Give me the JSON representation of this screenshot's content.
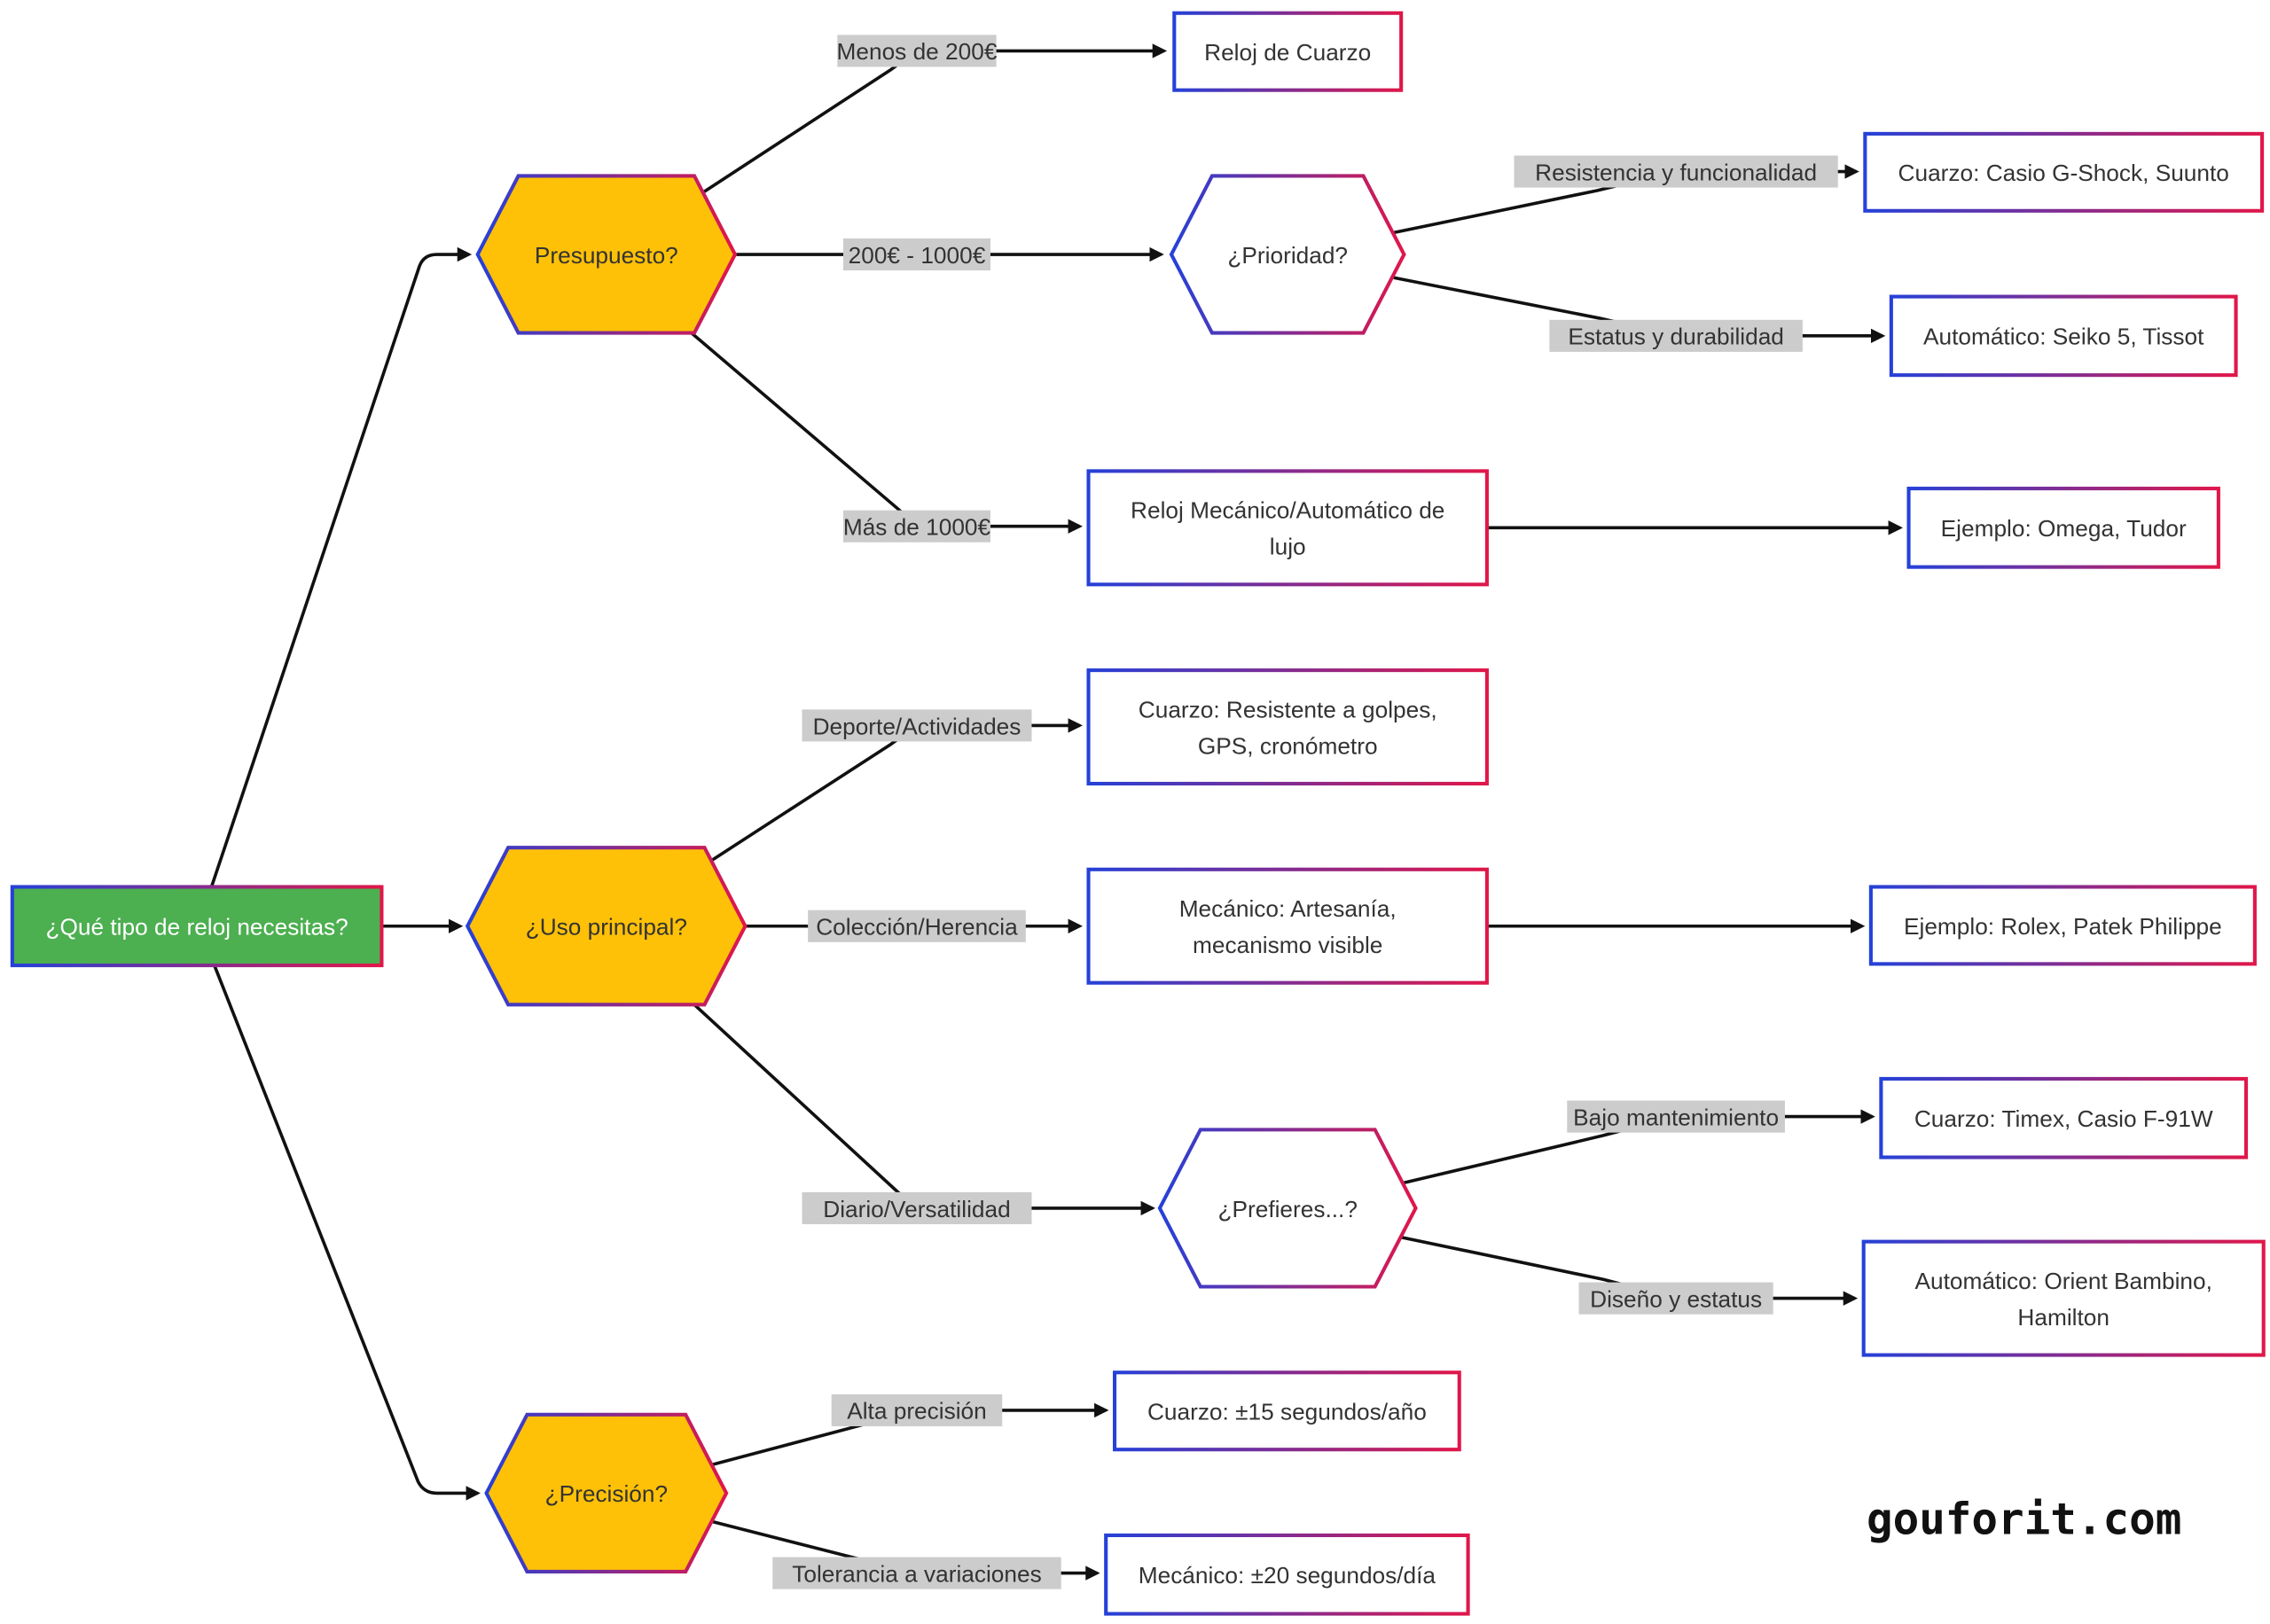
{
  "colors": {
    "root_fill": "#4CAF50",
    "decision_fill": "#FFC107",
    "border_start": "#2541d8",
    "border_end": "#e0174a",
    "label_bg": "#cccccc"
  },
  "nodes": {
    "root": {
      "lines": [
        "¿Qué tipo de reloj necesitas?"
      ]
    },
    "presupuesto": {
      "lines": [
        "Presupuesto?"
      ]
    },
    "uso": {
      "lines": [
        "¿Uso principal?"
      ]
    },
    "precision": {
      "lines": [
        "¿Precisión?"
      ]
    },
    "prioridad": {
      "lines": [
        "¿Prioridad?"
      ]
    },
    "prefieres": {
      "lines": [
        "¿Prefieres...?"
      ]
    },
    "cuarzo_basico": {
      "lines": [
        "Reloj de Cuarzo"
      ]
    },
    "gshock": {
      "lines": [
        "Cuarzo: Casio G-Shock, Suunto"
      ]
    },
    "seiko": {
      "lines": [
        "Automático: Seiko 5, Tissot"
      ]
    },
    "lujo": {
      "lines": [
        "Reloj Mecánico/Automático de",
        "lujo"
      ]
    },
    "omega": {
      "lines": [
        "Ejemplo: Omega, Tudor"
      ]
    },
    "deporte": {
      "lines": [
        "Cuarzo: Resistente a golpes,",
        "GPS, cronómetro"
      ]
    },
    "artesania": {
      "lines": [
        "Mecánico: Artesanía,",
        "mecanismo visible"
      ]
    },
    "rolex": {
      "lines": [
        "Ejemplo: Rolex, Patek Philippe"
      ]
    },
    "timex": {
      "lines": [
        "Cuarzo: Timex, Casio F-91W"
      ]
    },
    "orient": {
      "lines": [
        "Automático: Orient Bambino,",
        "Hamilton"
      ]
    },
    "cuarzo15": {
      "lines": [
        "Cuarzo: ±15 segundos/año"
      ]
    },
    "mecanico20": {
      "lines": [
        "Mecánico: ±20 segundos/día"
      ]
    }
  },
  "edge_labels": {
    "menos200": "Menos de 200€",
    "rango": "200€ - 1000€",
    "mas1000": "Más de 1000€",
    "resistencia": "Resistencia y funcionalidad",
    "estatus": "Estatus y durabilidad",
    "deporte": "Deporte/Actividades",
    "coleccion": "Colección/Herencia",
    "diario": "Diario/Versatilidad",
    "bajo": "Bajo mantenimiento",
    "diseno": "Diseño y estatus",
    "alta": "Alta precisión",
    "tolerancia": "Tolerancia a variaciones"
  },
  "watermark": "gouforit.com"
}
